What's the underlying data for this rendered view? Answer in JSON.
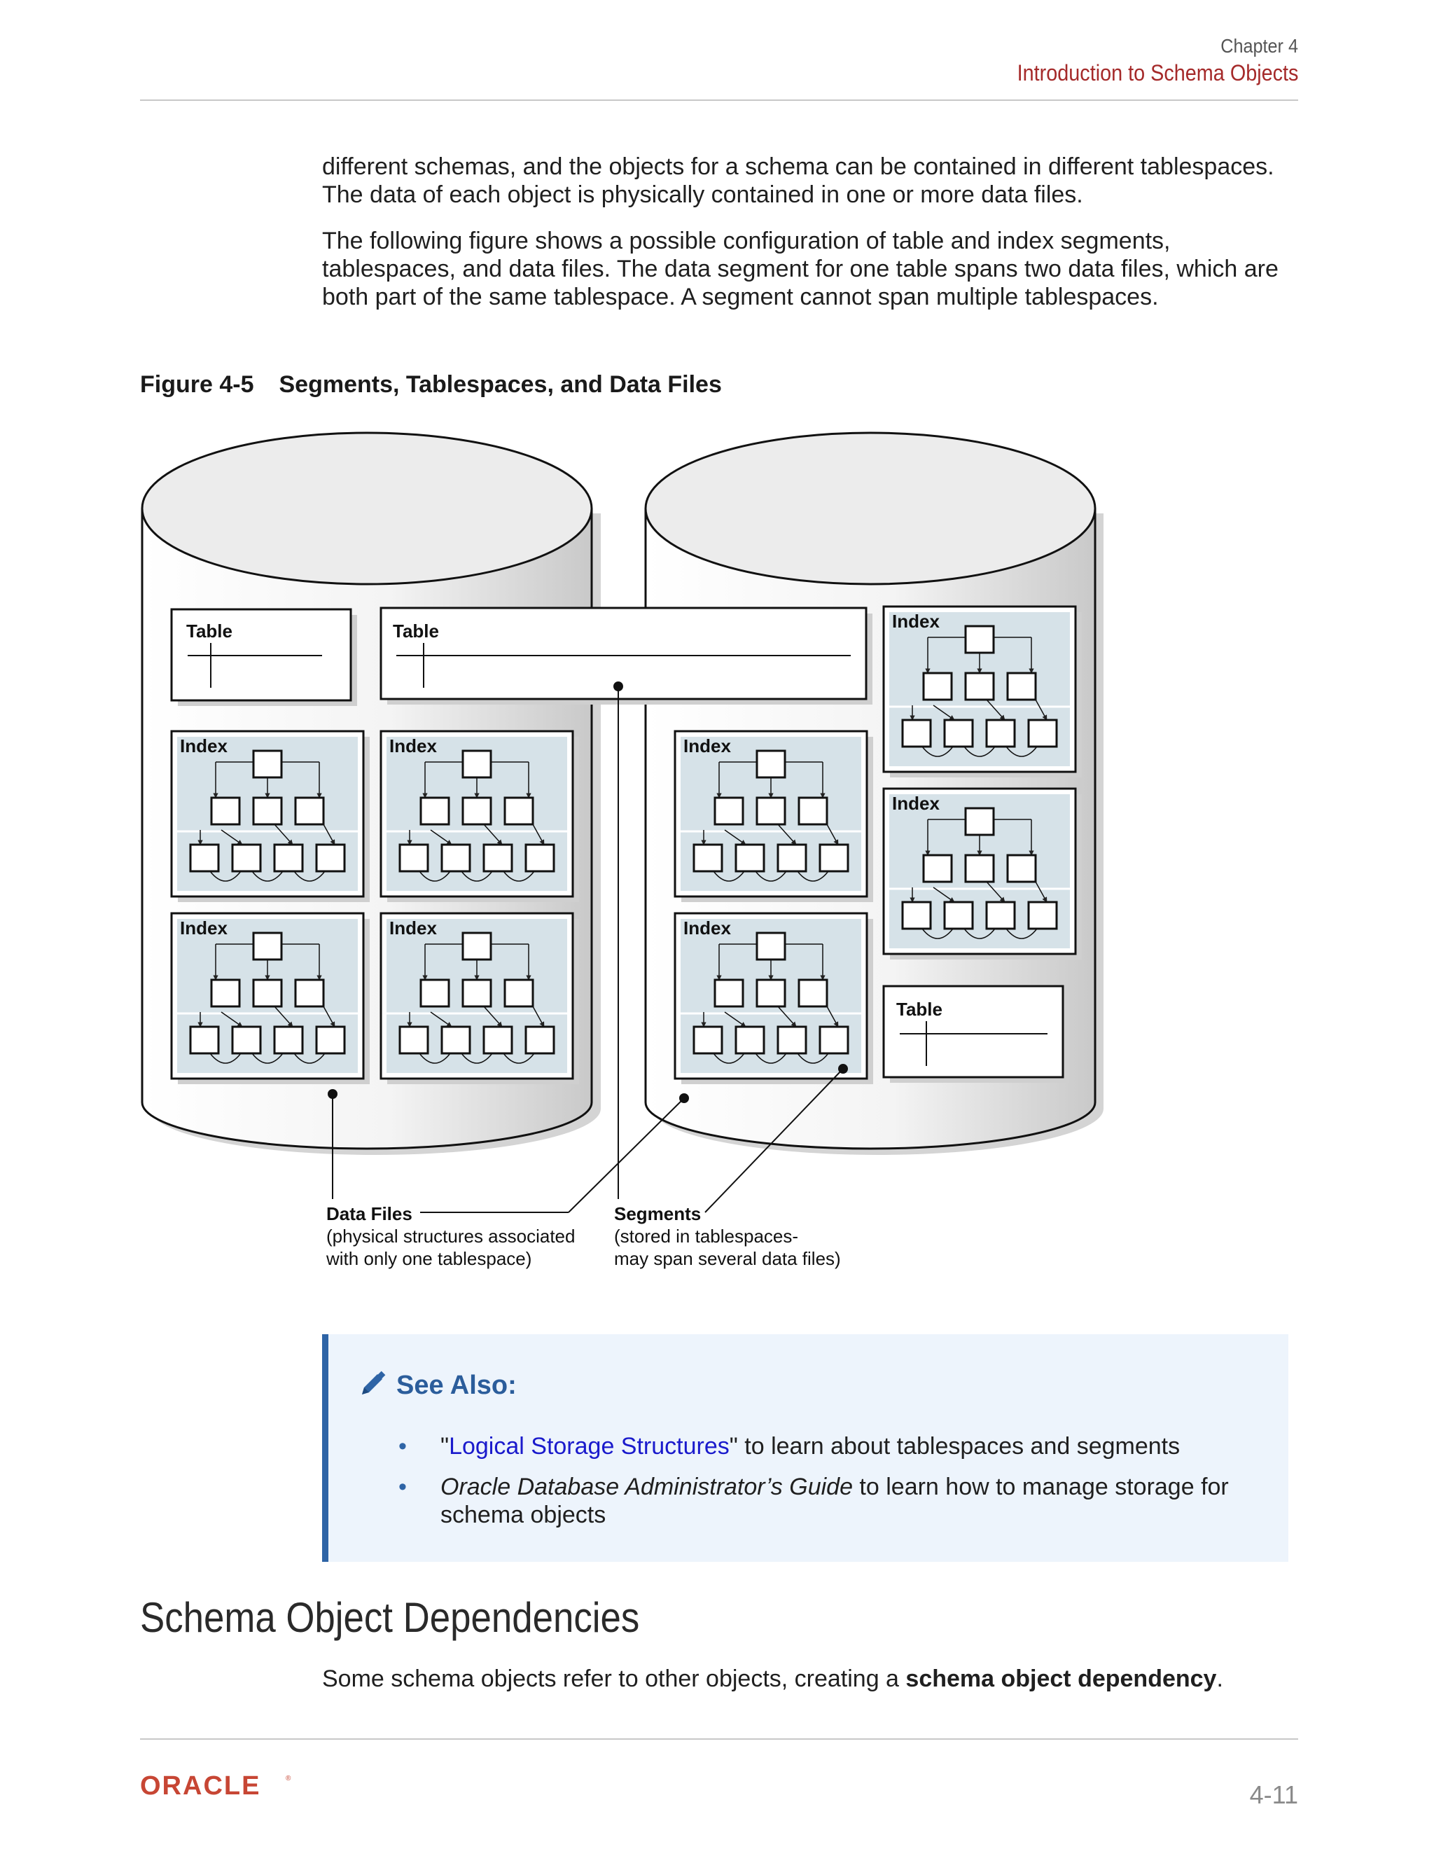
{
  "header": {
    "chapter": "Chapter 4",
    "title": "Introduction to Schema Objects"
  },
  "paragraphs": {
    "p1": "different schemas, and the objects for a schema can be contained in different tablespaces. The data of each object is physically contained in one or more data files.",
    "p2": "The following figure shows a possible configuration of table and index segments, tablespaces, and data files. The data segment for one table spans two data files, which are both part of the same tablespace. A segment cannot span multiple tablespaces."
  },
  "figure": {
    "number": "Figure 4-5",
    "title": "Segments, Tablespaces, and Data Files",
    "labels": {
      "table": "Table",
      "index": "Index",
      "data_files_title": "Data Files",
      "data_files_line1": "(physical structures associated",
      "data_files_line2": "with only one tablespace)",
      "segments_title": "Segments",
      "segments_line1": "(stored in tablespaces-",
      "segments_line2": "may span several data files)"
    }
  },
  "note": {
    "icon": "pencil-icon",
    "title": "See Also:",
    "item1_quote_open": "\"",
    "item1_link": "Logical Storage Structures",
    "item1_rest": "\" to learn about tablespaces and segments",
    "item2_book": "Oracle Database Administrator’s Guide",
    "item2_rest": " to learn how to manage storage for schema objects"
  },
  "section": {
    "heading": "Schema Object Dependencies",
    "text_prefix": "Some schema objects refer to other objects, creating a ",
    "text_bold": "schema object dependency",
    "text_suffix": "."
  },
  "footer": {
    "logo": "ORACLE",
    "page": "4-11"
  },
  "colors": {
    "accent_red": "#a52a2a",
    "note_blue": "#2e64a6",
    "link_blue": "#1a1acc",
    "oracle_red": "#c74634",
    "index_fill": "#d6e2e8"
  }
}
